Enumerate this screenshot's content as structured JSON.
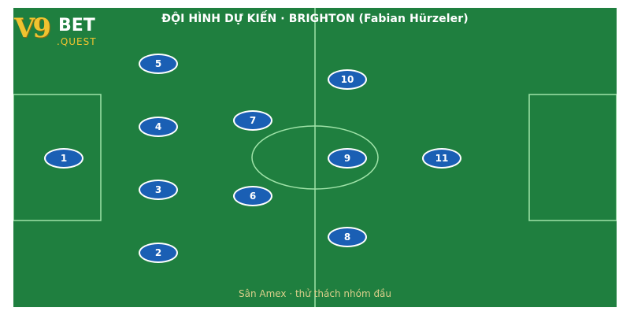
{
  "title": "ĐỘI HÌNH DỰ KIẾN · BRIGHTON (Fabian Hürzeler)",
  "footer": "Sân Amex · thử thách nhóm đầu",
  "logo": {
    "main": "V9",
    "suffix": "BET",
    "sub": ".QUEST"
  },
  "colors": {
    "pitch": "#1f7f3f",
    "lines": "#9fe3a8",
    "player_fill": "#1a5fb4",
    "player_border": "#ffffff",
    "footer_text": "#d9cf8a",
    "logo_gold": "#f0c330"
  },
  "players": [
    {
      "number": "1"
    },
    {
      "number": "2"
    },
    {
      "number": "3"
    },
    {
      "number": "4"
    },
    {
      "number": "5"
    },
    {
      "number": "6"
    },
    {
      "number": "7"
    },
    {
      "number": "8"
    },
    {
      "number": "9"
    },
    {
      "number": "10"
    },
    {
      "number": "11"
    }
  ]
}
